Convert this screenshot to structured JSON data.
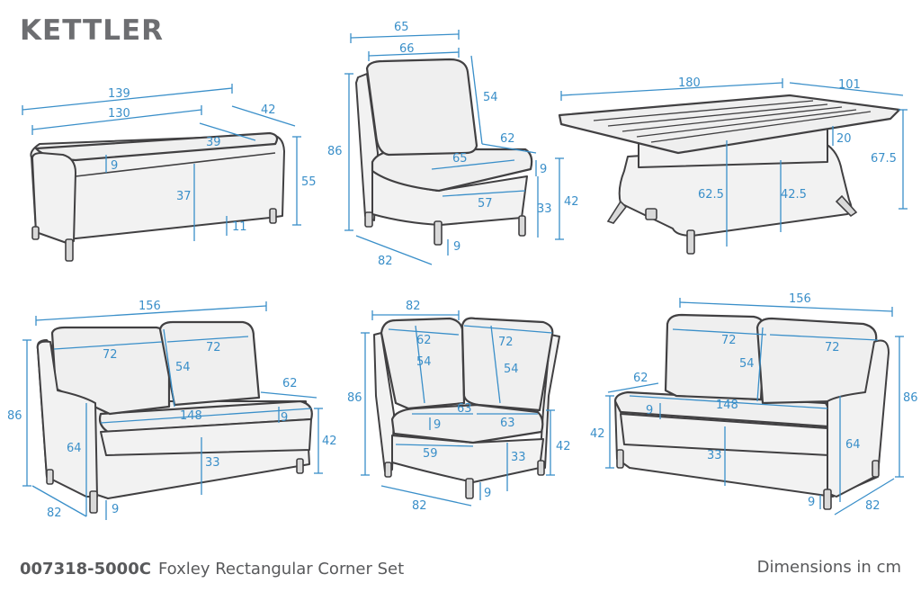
{
  "brand": "KETTLER",
  "footer": {
    "product_code": "007318-5000C",
    "product_name": "Foxley Rectangular Corner Set",
    "units_note": "Dimensions in cm"
  },
  "colors": {
    "dimension_lines": "#3a8fc9",
    "furniture_outline": "#414042",
    "furniture_fill": "#f2f2f2",
    "text": "#58595b"
  },
  "pieces": {
    "bench": {
      "d1": "139",
      "d2": "130",
      "d3": "42",
      "d4": "39",
      "d5": "9",
      "d6": "37",
      "d7": "55",
      "d8": "11"
    },
    "armless_chair": {
      "d1": "65",
      "d2": "66",
      "d3": "54",
      "d4": "86",
      "d5": "62",
      "d6": "65",
      "d7": "9",
      "d8": "57",
      "d9": "42",
      "d10": "33",
      "d11": "82",
      "d12": "9"
    },
    "table": {
      "d1": "180",
      "d2": "101",
      "d3": "20",
      "d4": "67.5",
      "d5": "62.5",
      "d6": "42.5"
    },
    "left_sofa": {
      "d1": "156",
      "d2": "72",
      "d3": "72",
      "d4": "54",
      "d5": "62",
      "d6": "86",
      "d7": "148",
      "d8": "9",
      "d9": "42",
      "d10": "64",
      "d11": "33",
      "d12": "82",
      "d13": "9"
    },
    "corner_module": {
      "d1": "82",
      "d2": "62",
      "d3": "72",
      "d4": "54",
      "d5": "54",
      "d6": "86",
      "d7": "63",
      "d8": "9",
      "d9": "63",
      "d10": "59",
      "d11": "33",
      "d12": "42",
      "d13": "82",
      "d14": "9"
    },
    "right_sofa": {
      "d1": "156",
      "d2": "72",
      "d3": "72",
      "d4": "54",
      "d5": "62",
      "d6": "86",
      "d7": "9",
      "d8": "148",
      "d9": "42",
      "d10": "33",
      "d11": "64",
      "d12": "9",
      "d13": "82"
    }
  }
}
